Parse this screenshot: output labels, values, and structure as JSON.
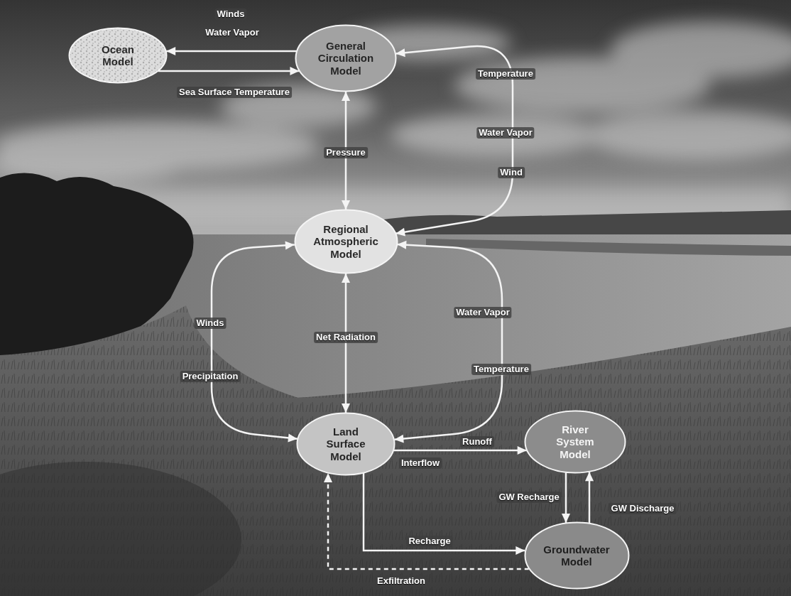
{
  "diagram": {
    "nodes": [
      {
        "text": [
          "Ocean Model"
        ]
      },
      {
        "text": [
          "General Circulation Model"
        ]
      },
      {
        "text": [
          "Regional Atmospheric Model"
        ]
      },
      {
        "text": [
          "Land Surface Model"
        ]
      },
      {
        "text": [
          "River System Model"
        ]
      },
      {
        "text": [
          "Groundwater Model"
        ]
      }
    ],
    "edges": [
      {
        "from": 1,
        "to": 0,
        "label": "Water Vapor",
        "arrow": "to"
      },
      {
        "from": 0,
        "to": 1,
        "label": "Sea Surface Temperature",
        "arrow": "to"
      },
      {
        "from": 1,
        "to": 2,
        "label": "Pressure",
        "arrow": "both"
      },
      {
        "from": 1,
        "to": 2,
        "label": "Temperature",
        "arrow": "both"
      },
      {
        "from": 2,
        "to": 3,
        "label": "Winds",
        "arrow": "both"
      },
      {
        "from": 2,
        "to": 3,
        "label": "Net Radiation",
        "arrow": "both"
      },
      {
        "from": 2,
        "to": 3,
        "label": "Water Vapor",
        "arrow": "both"
      },
      {
        "from": 3,
        "to": 4,
        "label": "Runoff",
        "arrow": "to"
      },
      {
        "from": 3,
        "to": 5,
        "label": "Recharge",
        "arrow": "to"
      },
      {
        "from": 4,
        "to": 5,
        "label": "GW Recharge",
        "arrow": "to"
      },
      {
        "from": 5,
        "to": 4,
        "label": "GW Discharge",
        "arrow": "to"
      },
      {
        "from": 5,
        "to": 3,
        "label": "Exfiltration",
        "arrow": "to"
      }
    ],
    "labels": [
      "Winds",
      "Water Vapor",
      "Wind",
      "Precipitation",
      "Temperature",
      "Interflow"
    ]
  }
}
